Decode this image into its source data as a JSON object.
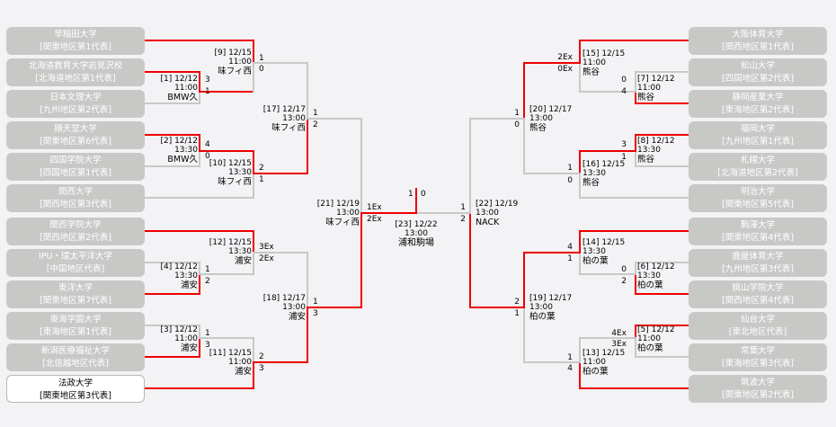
{
  "colors": {
    "win_line": "#ee0000",
    "lose_line": "#c8c9c7",
    "team_box": "#c8c9c7",
    "background": "#f3f2f5"
  },
  "left_teams": [
    {
      "name": "早稲田大学",
      "rep": "[関東地区第1代表]"
    },
    {
      "name": "北海道教育大学岩見沢校",
      "rep": "[北海道地区第1代表]"
    },
    {
      "name": "日本文理大学",
      "rep": "[九州地区第2代表]"
    },
    {
      "name": "順天堂大学",
      "rep": "[関東地区第6代表]"
    },
    {
      "name": "四国学院大学",
      "rep": "[四国地区第1代表]"
    },
    {
      "name": "関西大学",
      "rep": "[関西地区第3代表]"
    },
    {
      "name": "関西学院大学",
      "rep": "[関西地区第2代表]"
    },
    {
      "name": "IPU・環太平洋大学",
      "rep": "[中国地区代表]"
    },
    {
      "name": "東洋大学",
      "rep": "[関東地区第7代表]"
    },
    {
      "name": "東海学園大学",
      "rep": "[東海地区第1代表]"
    },
    {
      "name": "新潟医療福祉大学",
      "rep": "[北信越地区代表]"
    },
    {
      "name": "法政大学",
      "rep": "[関東地区第3代表]"
    }
  ],
  "right_teams": [
    {
      "name": "大阪体育大学",
      "rep": "[関西地区第1代表]"
    },
    {
      "name": "松山大学",
      "rep": "[四国地区第2代表]"
    },
    {
      "name": "静岡産業大学",
      "rep": "[東海地区第2代表]"
    },
    {
      "name": "福岡大学",
      "rep": "[九州地区第1代表]"
    },
    {
      "name": "札幌大学",
      "rep": "[北海道地区第2代表]"
    },
    {
      "name": "明治大学",
      "rep": "[関東地区第5代表]"
    },
    {
      "name": "駒澤大学",
      "rep": "[関東地区第4代表]"
    },
    {
      "name": "鹿屋体育大学",
      "rep": "[九州地区第3代表]"
    },
    {
      "name": "桃山学院大学",
      "rep": "[関西地区第4代表]"
    },
    {
      "name": "仙台大学",
      "rep": "[東北地区代表]"
    },
    {
      "name": "常葉大学",
      "rep": "[東海地区第3代表]"
    },
    {
      "name": "筑波大学",
      "rep": "[関東地区第2代表]"
    }
  ],
  "matches": {
    "m1": {
      "id": "[1] 12/12",
      "time": "11:00",
      "venue": "BMW久",
      "score_top": "3",
      "score_bottom": "1"
    },
    "m2": {
      "id": "[2] 12/12",
      "time": "13:30",
      "venue": "BMW久",
      "score_top": "4",
      "score_bottom": "0"
    },
    "m3": {
      "id": "[3] 12/12",
      "time": "11:00",
      "venue": "浦安",
      "score_top": "1",
      "score_bottom": "3"
    },
    "m4": {
      "id": "[4] 12/12",
      "time": "13:30",
      "venue": "浦安",
      "score_top": "1",
      "score_bottom": "2"
    },
    "m5": {
      "id": "[5] 12/12",
      "time": "11:00",
      "venue": "柏の葉",
      "score_top": "4Ex",
      "score_bottom": "3Ex"
    },
    "m6": {
      "id": "[6] 12/12",
      "time": "13:30",
      "venue": "柏の葉",
      "score_top": "0",
      "score_bottom": "2"
    },
    "m7": {
      "id": "[7] 12/12",
      "time": "11:00",
      "venue": "熊谷",
      "score_top": "0",
      "score_bottom": "4"
    },
    "m8": {
      "id": "[8] 12/12",
      "time": "13:30",
      "venue": "熊谷",
      "score_top": "3",
      "score_bottom": "1"
    },
    "m9": {
      "id": "[9] 12/15",
      "time": "11:00",
      "venue": "味フィ西",
      "score_top": "1",
      "score_bottom": "0"
    },
    "m10": {
      "id": "[10] 12/15",
      "time": "13:30",
      "venue": "味フィ西",
      "score_top": "2",
      "score_bottom": "1"
    },
    "m11": {
      "id": "[11] 12/15",
      "time": "11:00",
      "venue": "浦安",
      "score_top": "2",
      "score_bottom": "3"
    },
    "m12": {
      "id": "[12] 12/15",
      "time": "13:30",
      "venue": "浦安",
      "score_top": "3Ex",
      "score_bottom": "2Ex"
    },
    "m13": {
      "id": "[13] 12/15",
      "time": "11:00",
      "venue": "柏の葉",
      "score_top": "1",
      "score_bottom": "4"
    },
    "m14": {
      "id": "[14] 12/15",
      "time": "13:30",
      "venue": "柏の葉",
      "score_top": "4",
      "score_bottom": "1"
    },
    "m15": {
      "id": "[15] 12/15",
      "time": "11:00",
      "venue": "熊谷",
      "score_top": "2Ex",
      "score_bottom": "0Ex"
    },
    "m16": {
      "id": "[16] 12/15",
      "time": "13:30",
      "venue": "熊谷",
      "score_top": "1",
      "score_bottom": "0"
    },
    "m17": {
      "id": "[17] 12/17",
      "time": "13:00",
      "venue": "味フィ西",
      "score_top": "1",
      "score_bottom": "2"
    },
    "m18": {
      "id": "[18] 12/17",
      "time": "13:00",
      "venue": "浦安",
      "score_top": "1",
      "score_bottom": "3"
    },
    "m19": {
      "id": "[19] 12/17",
      "time": "13:00",
      "venue": "柏の葉",
      "score_top": "2",
      "score_bottom": "1"
    },
    "m20": {
      "id": "[20] 12/17",
      "time": "13:00",
      "venue": "熊谷",
      "score_top": "1",
      "score_bottom": "0"
    },
    "m21": {
      "id": "[21] 12/19",
      "time": "13:00",
      "venue": "味フィ西",
      "score_top": "1Ex",
      "score_bottom": "2Ex"
    },
    "m22": {
      "id": "[22] 12/19",
      "time": "13:00",
      "venue": "NACK",
      "score_top": "1",
      "score_bottom": "2"
    },
    "m23": {
      "id": "[23] 12/22",
      "time": "13:00",
      "venue": "浦和駒場",
      "score_left": "1",
      "score_right": "0"
    }
  }
}
